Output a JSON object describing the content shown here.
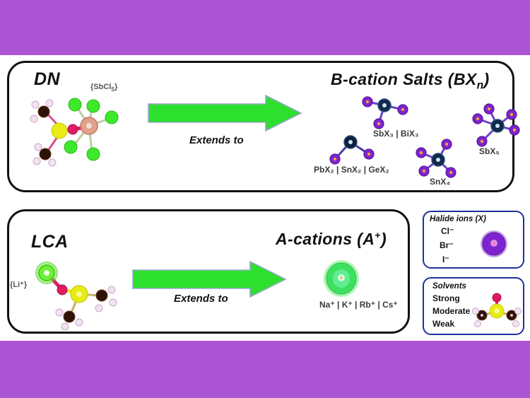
{
  "figure": {
    "background_color": "#ab55d6",
    "panel_border_color": "#111111",
    "legend_border_color": "#1e2f9e",
    "arrow_color": "#2ee02e"
  },
  "panel_dn": {
    "title": "DN",
    "molecule_label": "{SbCl",
    "molecule_label_sub": "5",
    "molecule_label_tail": "}",
    "arrow_caption": "Extends to"
  },
  "panel_b_salts": {
    "title_main": "B-cation Salts (BX",
    "title_sub": "n",
    "title_tail": ")",
    "species": [
      {
        "name": "bx3-group",
        "label_parts": [
          "SbX",
          "3",
          " | BiX",
          "3"
        ]
      },
      {
        "name": "bx2-group",
        "label_parts": [
          "PbX",
          "2",
          " | SnX",
          "2",
          " | GeX",
          "2"
        ]
      },
      {
        "name": "snx4",
        "label_parts": [
          "SnX",
          "4"
        ]
      },
      {
        "name": "sbx5",
        "label_parts": [
          "SbX",
          "5"
        ]
      }
    ],
    "label_bx3": "SbX₃ | BiX₃",
    "label_bx2": "PbX₂ | SnX₂ | GeX₂",
    "label_snx4": "SnX₄",
    "label_sbx5": "SbX₅"
  },
  "panel_lca": {
    "title": "LCA",
    "molecule_label": "{Li⁺}",
    "arrow_caption": "Extends to"
  },
  "panel_a_cations": {
    "title_main": "A-cations (A",
    "title_sup": "+",
    "title_tail": ")",
    "label_cations": "Na⁺ | K⁺ | Rb⁺ | Cs⁺"
  },
  "legend_halide": {
    "title": "Halide ions (X)",
    "items": [
      "Cl⁻",
      "Br⁻",
      "I⁻"
    ],
    "ion_color": "#7d24cf"
  },
  "legend_solvents": {
    "title": "Solvents",
    "items": [
      "Strong",
      "Moderate",
      "Weak"
    ]
  }
}
